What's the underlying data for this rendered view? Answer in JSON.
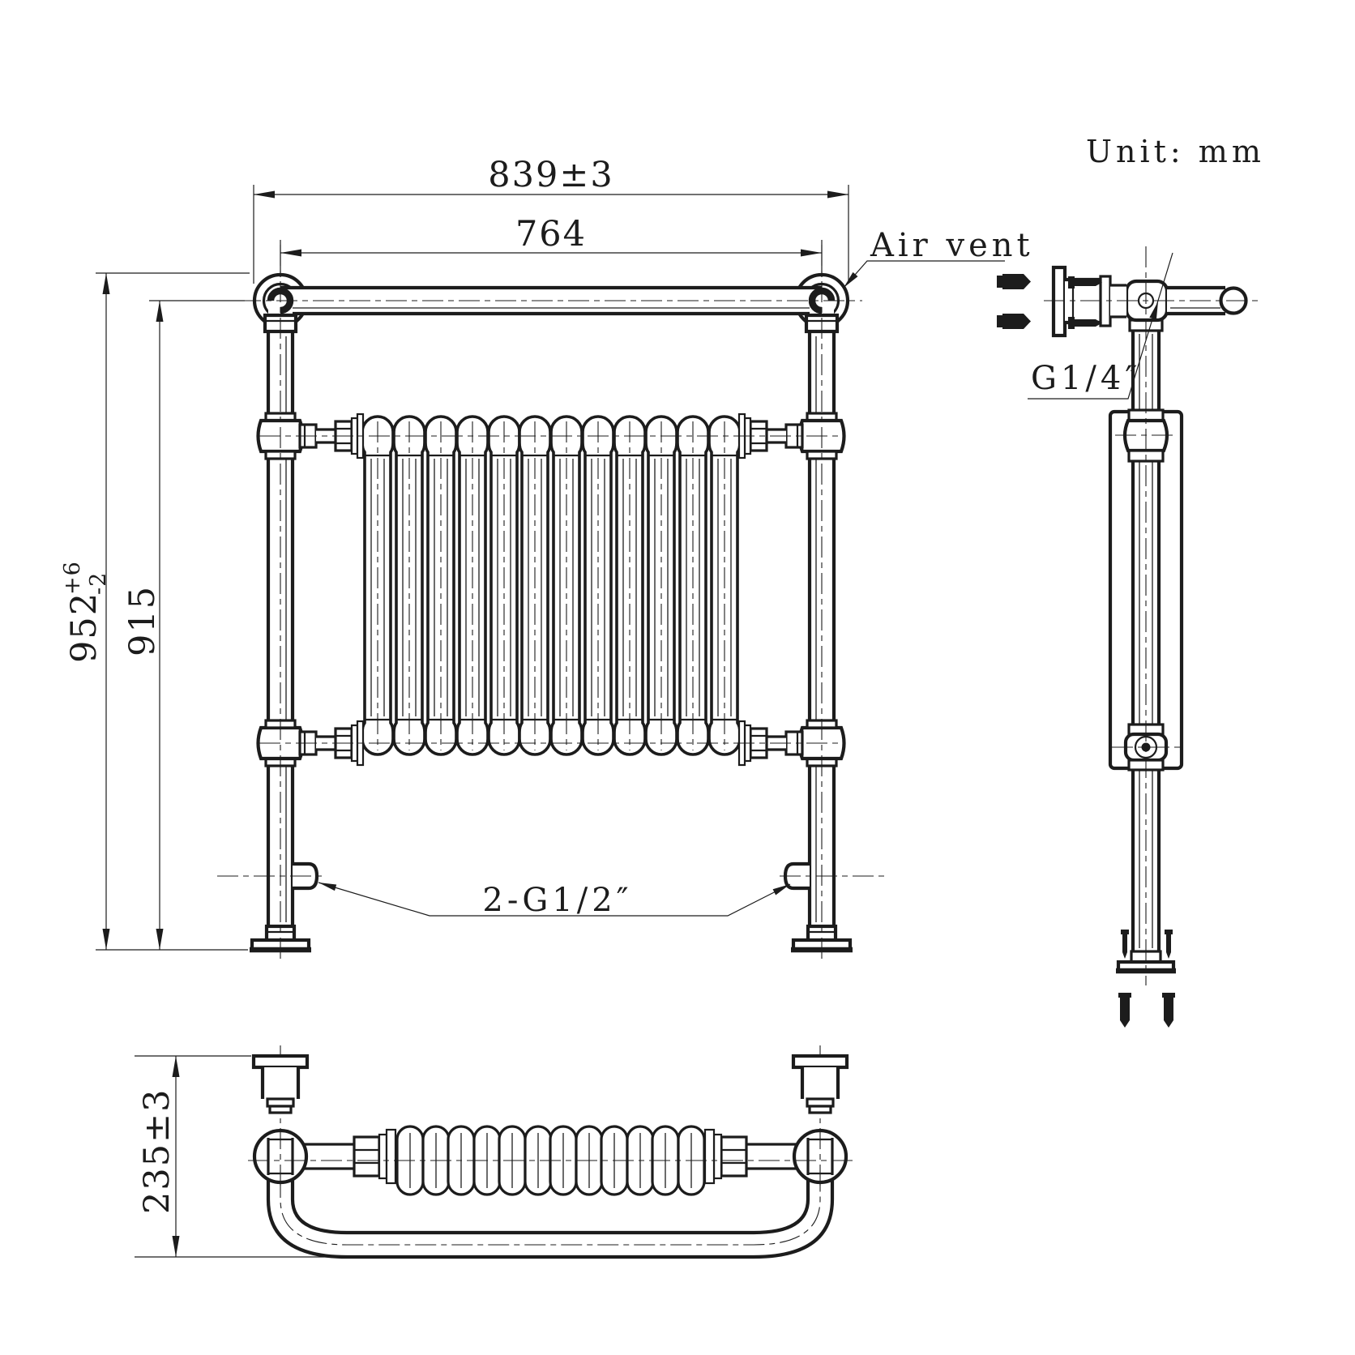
{
  "drawing": {
    "unit_note": "Unit: mm",
    "front_view": {
      "width_overall": "839±3",
      "width_between_rail_centers": "764",
      "height_overall": {
        "value": "952",
        "tol_upper": "+6",
        "tol_lower": "-2"
      },
      "height_to_rail_center": "915",
      "air_vent_label": "Air vent",
      "connections_label": "2-G1/2″"
    },
    "side_view": {
      "air_vent_thread_label": "G1/4″"
    },
    "bottom_view": {
      "depth_overall": "235±3"
    },
    "radiator_sections_count": 12,
    "colors": {
      "line": "#1c1c1c",
      "background": "#ffffff"
    }
  }
}
